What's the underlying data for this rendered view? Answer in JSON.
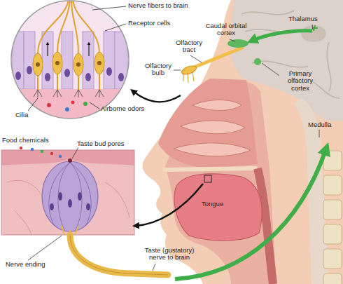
{
  "diagram": {
    "labels": [
      "Nerve fibers to brain",
      "Receptor cells",
      "Thalamus",
      "Caudal orbital cortex",
      "Olfactory tract",
      "Olfactory bulb",
      "Primary olfactory cortex",
      "Cilia",
      "Airborne odors",
      "Medulla",
      "Food chemicals",
      "Taste bud pores",
      "Tongue",
      "Nerve ending",
      "Taste (gustatory) nerve to brain"
    ]
  }
}
